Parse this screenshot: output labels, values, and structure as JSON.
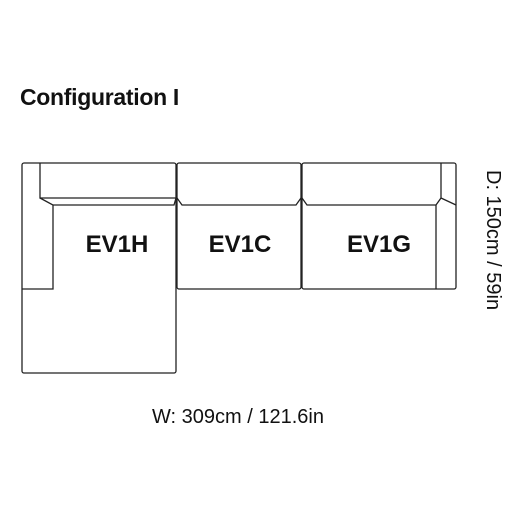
{
  "title": "Configuration I",
  "modules": [
    {
      "code": "EV1H"
    },
    {
      "code": "EV1C"
    },
    {
      "code": "EV1G"
    }
  ],
  "dimensions": {
    "depth": "D: 150cm / 59in",
    "width": "W: 309cm / 121.6in"
  }
}
